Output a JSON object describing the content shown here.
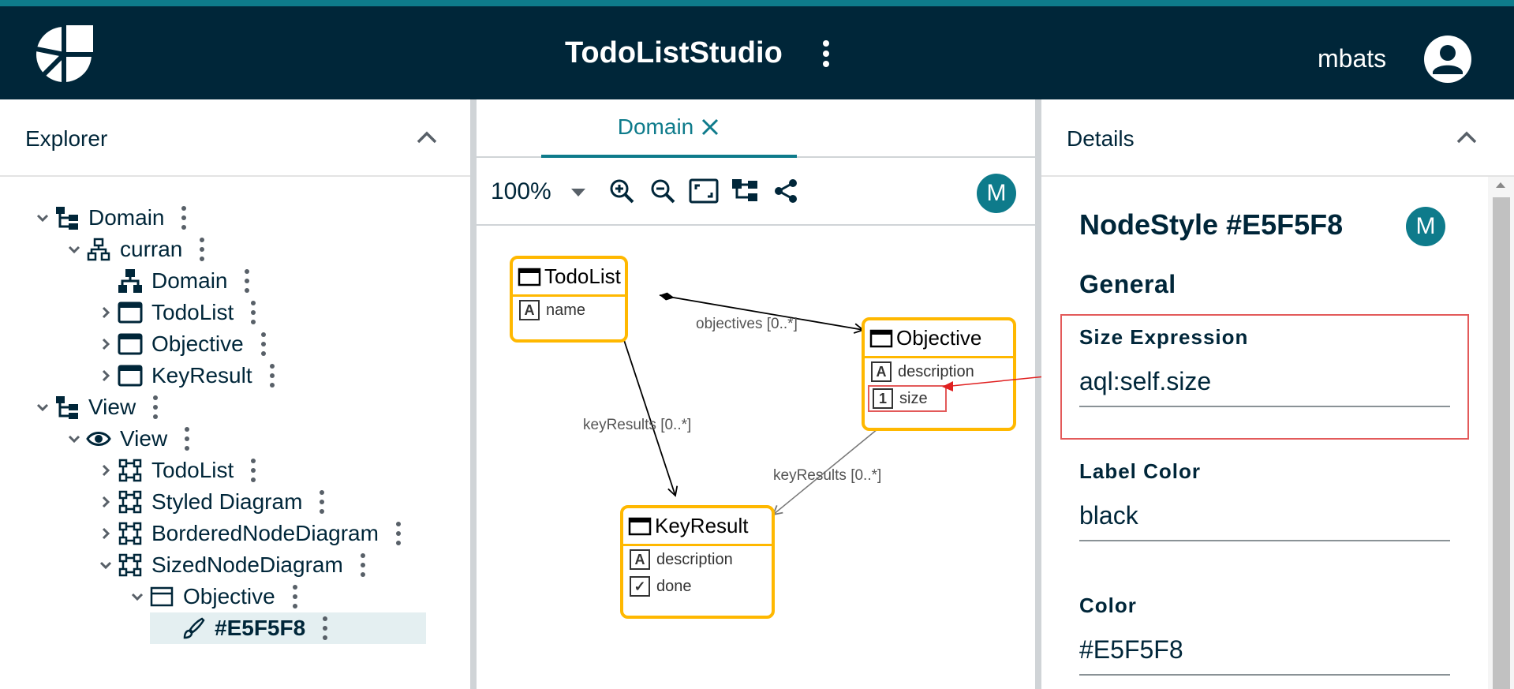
{
  "app": {
    "title": "TodoListStudio",
    "username": "mbats",
    "brand_color": "#002639",
    "accent_color": "#0e7b8b"
  },
  "explorer": {
    "title": "Explorer",
    "tree": [
      {
        "label": "Domain",
        "icon": "domain-tree-icon",
        "expanded": true
      },
      {
        "label": "curran",
        "icon": "hierarchy-icon",
        "expanded": true
      },
      {
        "label": "Domain",
        "icon": "hierarchy-bold-icon"
      },
      {
        "label": "TodoList",
        "icon": "window-icon",
        "expanded": false
      },
      {
        "label": "Objective",
        "icon": "window-icon",
        "expanded": false
      },
      {
        "label": "KeyResult",
        "icon": "window-icon",
        "expanded": false
      },
      {
        "label": "View",
        "icon": "view-tree-icon",
        "expanded": true
      },
      {
        "label": "View",
        "icon": "eye-icon",
        "expanded": true
      },
      {
        "label": "TodoList",
        "icon": "diagram-icon",
        "expanded": false
      },
      {
        "label": "Styled Diagram",
        "icon": "diagram-icon",
        "expanded": false
      },
      {
        "label": "BorderedNodeDiagram",
        "icon": "diagram-icon",
        "expanded": false
      },
      {
        "label": "SizedNodeDiagram",
        "icon": "diagram-icon",
        "expanded": true
      },
      {
        "label": "Objective",
        "icon": "node-description-icon",
        "expanded": true
      },
      {
        "label": "#E5F5F8",
        "icon": "paint-brush-icon",
        "selected": true
      }
    ]
  },
  "editor": {
    "tab_label": "Domain",
    "zoom": "100%",
    "user_badge": "M",
    "diagram": {
      "nodes": {
        "todolist": {
          "title": "TodoList",
          "attrs": [
            {
              "icon": "A",
              "name": "name"
            }
          ]
        },
        "objective": {
          "title": "Objective",
          "attrs": [
            {
              "icon": "A",
              "name": "description"
            },
            {
              "icon": "1",
              "name": "size"
            }
          ]
        },
        "keyresult": {
          "title": "KeyResult",
          "attrs": [
            {
              "icon": "A",
              "name": "description"
            },
            {
              "icon": "check",
              "name": "done"
            }
          ]
        }
      },
      "edges": {
        "objectives": "objectives [0..*]",
        "keyresults_todolist": "keyResults [0..*]",
        "keyresults_objective": "keyResults [0..*]"
      }
    }
  },
  "details": {
    "panel_title": "Details",
    "title": "NodeStyle #E5F5F8",
    "user_badge": "M",
    "section": "General",
    "fields": [
      {
        "label": "Size Expression",
        "value": "aql:self.size"
      },
      {
        "label": "Label Color",
        "value": "black"
      },
      {
        "label": "Color",
        "value": "#E5F5F8"
      }
    ]
  }
}
